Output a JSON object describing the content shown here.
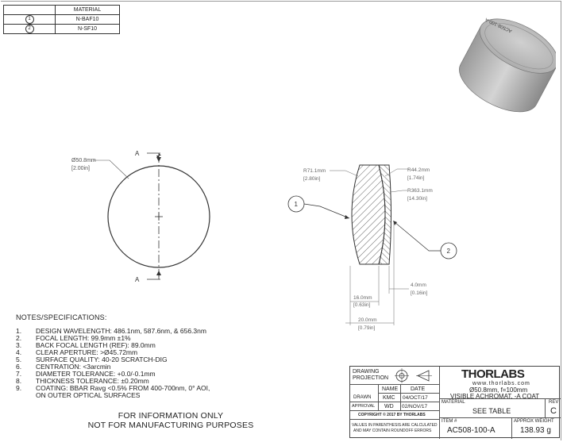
{
  "material_table": {
    "header": "MATERIAL",
    "rows": [
      {
        "num": "1",
        "material": "N-BAF10"
      },
      {
        "num": "2",
        "material": "N-SF10"
      }
    ]
  },
  "front_view": {
    "diameter": "Ø50.8mm",
    "diameter_in": "[2.00in]",
    "section_label_top": "A",
    "section_label_bottom": "A"
  },
  "section_view": {
    "r1": "R71.1mm",
    "r1_in": "[2.80in]",
    "r2": "R44.2mm",
    "r2_in": "[1.74in]",
    "r3": "R363.1mm",
    "r3_in": "[14.30in]",
    "thick_center": "16.0mm",
    "thick_center_in": "[0.63in]",
    "thick_edge": "4.0mm",
    "thick_edge_in": "[0.16in]",
    "total": "20.0mm",
    "total_in": "[0.79in]",
    "balloon_1": "1",
    "balloon_2": "2"
  },
  "notes": {
    "title": "NOTES/SPECIFICATIONS:",
    "items": [
      {
        "num": "1.",
        "text": "DESIGN WAVELENGTH: 486.1nm, 587.6nm, & 656.3nm"
      },
      {
        "num": "2.",
        "text": "FOCAL LENGTH: 99.9mm ±1%"
      },
      {
        "num": "3.",
        "text": "BACK FOCAL LENGTH (REF): 89.0mm"
      },
      {
        "num": "4.",
        "text": "CLEAR APERTURE: >Ø45.72mm"
      },
      {
        "num": "5.",
        "text": "SURFACE QUALITY: 40-20 SCRATCH-DIG"
      },
      {
        "num": "6.",
        "text": "CENTRATION: <3arcmin"
      },
      {
        "num": "7.",
        "text": "DIAMETER TOLERANCE: +0.0/-0.1mm"
      },
      {
        "num": "8.",
        "text": "THICKNESS TOLERANCE: ±0.20mm"
      },
      {
        "num": "9.",
        "text": "COATING: BBAR Ravg <0.5% FROM 400-700nm, 0° AOI,"
      },
      {
        "num": "",
        "text": "ON OUTER OPTICAL SURFACES"
      }
    ]
  },
  "footer": {
    "line1": "FOR INFORMATION ONLY",
    "line2": "NOT FOR MANUFACTURING PURPOSES"
  },
  "title_block": {
    "projection_label_1": "DRAWING",
    "projection_label_2": "PROJECTION",
    "name_header": "NAME",
    "date_header": "DATE",
    "drawn_label": "DRAWN",
    "drawn_name": "KMC",
    "drawn_date": "04/OCT/17",
    "approval_label": "APPROVAL",
    "approval_name": "WD",
    "approval_date": "02/NOV/17",
    "copyright": "COPYRIGHT © 2017 BY THORLABS",
    "disclaimer_1": "VALUES IN PARENTHESIS ARE CALCULATED",
    "disclaimer_2": "AND MAY CONTAIN ROUNDOFF ERRORS",
    "logo": "THORLABS",
    "website": "www.thorlabs.com",
    "description_1": "Ø50.8mm, f=100mm",
    "description_2": "VISIBLE ACHROMAT, -A COAT",
    "material_label": "MATERIAL",
    "material_value": "SEE TABLE",
    "rev_label": "REV",
    "rev_value": "C",
    "item_label": "ITEM #",
    "item_value": "AC508-100-A",
    "weight_label": "APPROX WEIGHT",
    "weight_value": "138.93 g"
  },
  "render_3d": {
    "engraving": "AC508-100-A"
  },
  "colors": {
    "line": "#333333",
    "hatch": "#444444",
    "lens_3d": "#b8b8b8"
  }
}
